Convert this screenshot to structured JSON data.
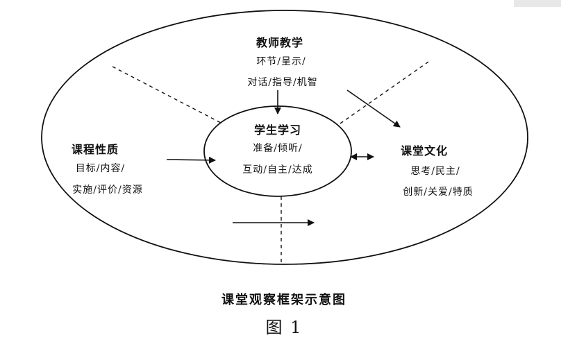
{
  "teacher": {
    "title": "教师教学",
    "line1": "环节/呈示/",
    "line2": "对话/指导/机智"
  },
  "student": {
    "title": "学生学习",
    "line1": "准备/倾听/",
    "line2": "互动/自主/达成"
  },
  "curriculum": {
    "title": "课程性质",
    "line1": "目标/内容/",
    "line2": "实施/评价/资源"
  },
  "culture": {
    "title": "课堂文化",
    "line1": "思考/民主/",
    "line2": "创新/关爱/特质"
  },
  "caption": "课堂观察框架示意图",
  "figure_label": "图 1",
  "colors": {
    "ink": "#111111",
    "background": "#ffffff"
  }
}
